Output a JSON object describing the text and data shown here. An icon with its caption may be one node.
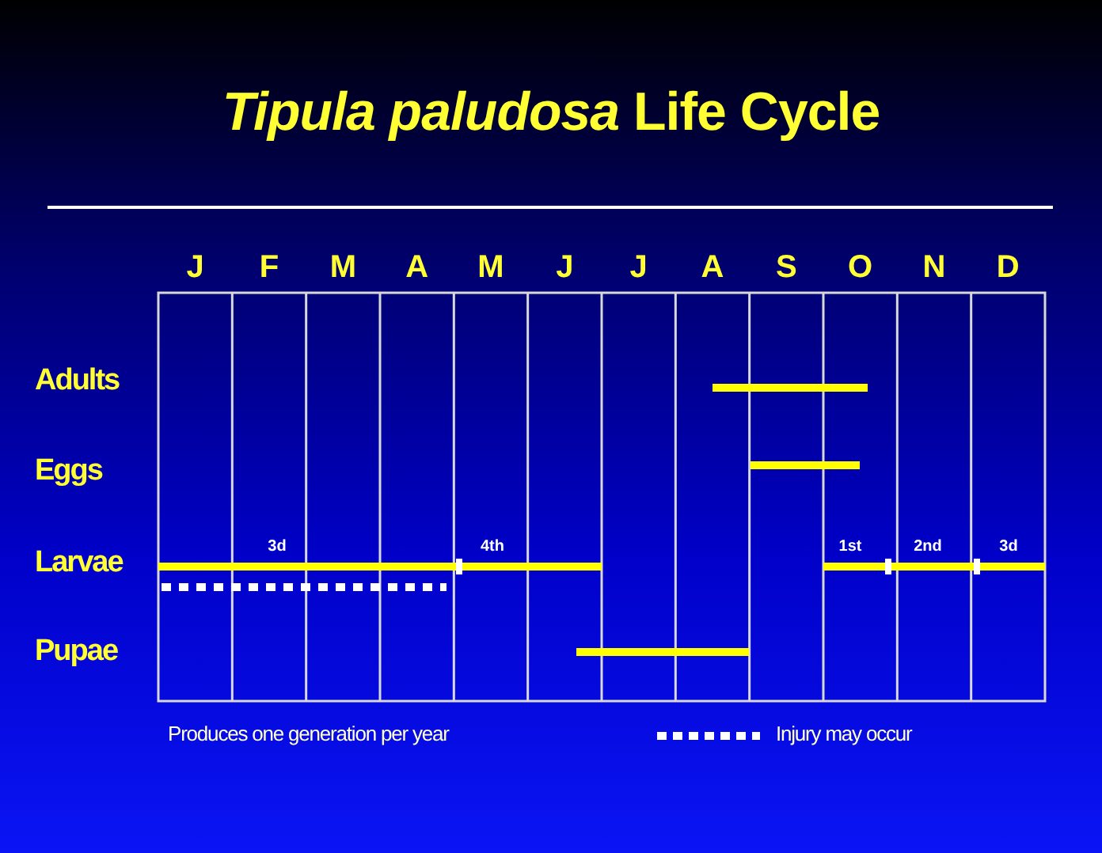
{
  "diagram": {
    "title": "*Tipula paludosa* Life Cycle",
    "labels": [
      "J",
      "F",
      "M",
      "A",
      "M",
      "J",
      "J",
      "A",
      "S",
      "O",
      "N",
      "D",
      "Adults",
      "Eggs",
      "Larvae",
      "Pupae",
      "3d",
      "4th",
      "1st",
      "2nd",
      "3d",
      "Produces one generation per year"
    ],
    "legend": [
      {
        "text": "Injury may occur"
      }
    ]
  }
}
